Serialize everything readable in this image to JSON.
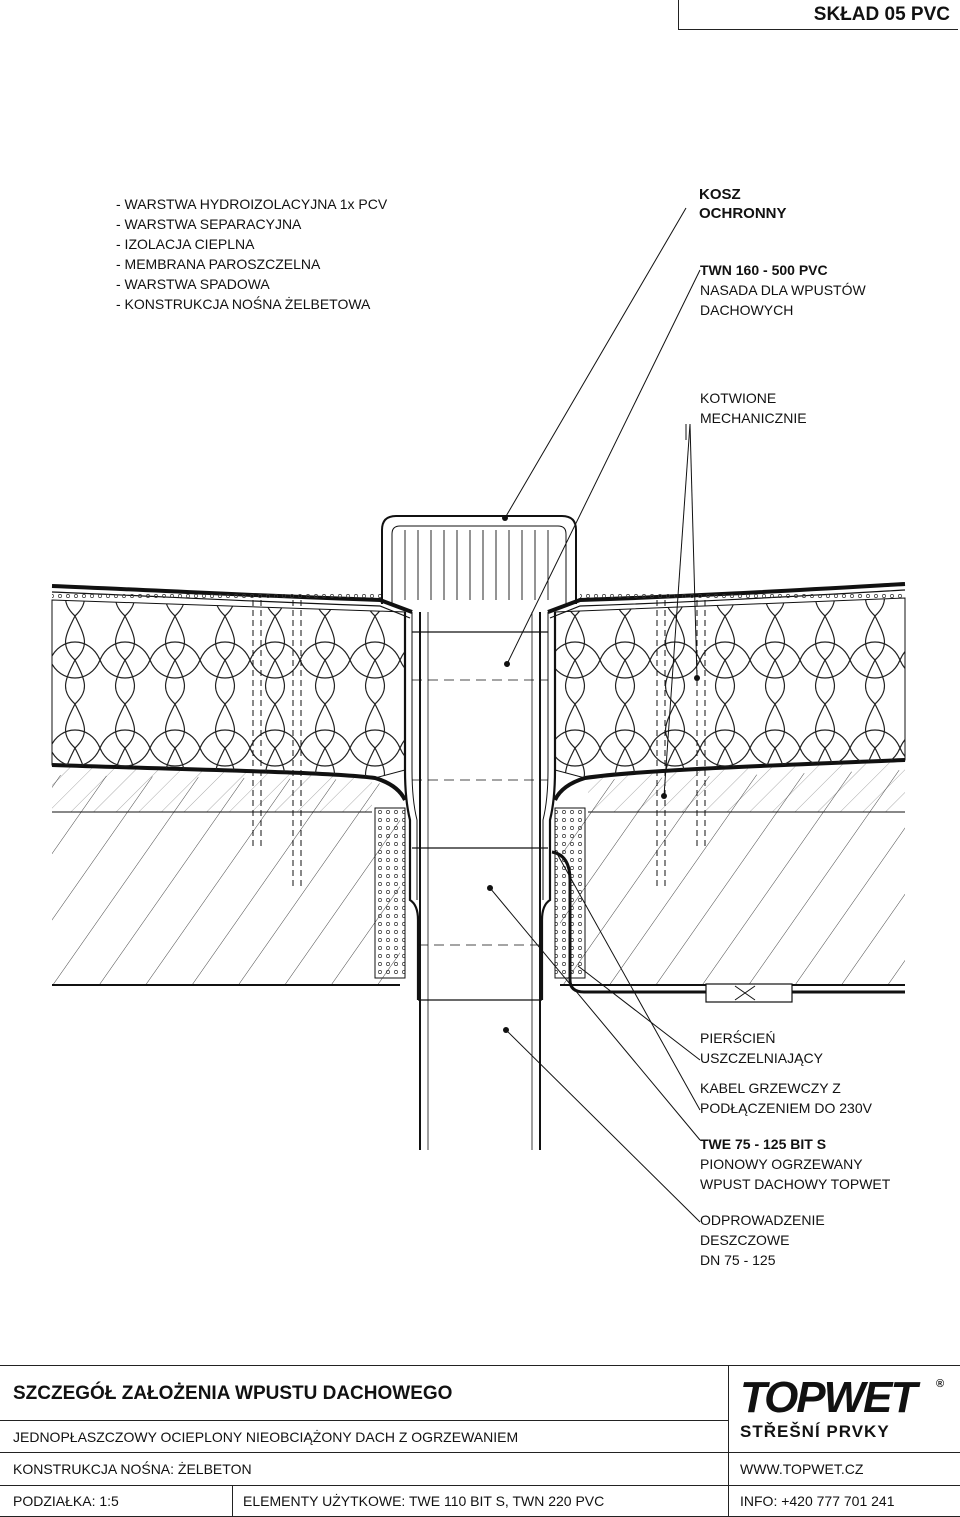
{
  "header": {
    "title": "SKŁAD 05 PVC"
  },
  "layers": [
    "- WARSTWA HYDROIZOLACYJNA 1x PCV",
    "- WARSTWA SEPARACYJNA",
    "- IZOLACJA CIEPLNA",
    "- MEMBRANA PAROSZCZELNA",
    "- WARSTWA SPADOWA",
    "- KONSTRUKCJA NOŚNA ŻELBETOWA"
  ],
  "labels": {
    "kosz": {
      "line1": "KOSZ",
      "line2": "OCHRONNY"
    },
    "twn": {
      "code": "TWN 160 - 500 PVC",
      "line1": "NASADA DLA WPUSTÓW",
      "line2": "DACHOWYCH"
    },
    "kotwione": {
      "line1": "KOTWIONE",
      "line2": "MECHANICZNIE"
    },
    "pierscien": {
      "line1": "PIERŚCIEŃ",
      "line2": "USZCZELNIAJĄCY"
    },
    "kabel": {
      "line1": "KABEL GRZEWCZY Z",
      "line2": "PODŁĄCZENIEM DO 230V"
    },
    "twe": {
      "code": "TWE 75 - 125 BIT S",
      "line1": "PIONOWY OGRZEWANY",
      "line2": "WPUST DACHOWY TOPWET"
    },
    "odprow": {
      "line1": "ODPROWADZENIE",
      "line2": "DESZCZOWE",
      "line3": "DN 75 - 125"
    }
  },
  "footer": {
    "title": "SZCZEGÓŁ ZAŁOŻENIA WPUSTU DACHOWEGO",
    "subtitle": "JEDNOPŁASZCZOWY OCIEPLONY NIEOBCIĄŻONY DACH Z OGRZEWANIEM",
    "construction": "KONSTRUKCJA NOŚNA: ŻELBETON",
    "scale": "PODZIAŁKA: 1:5",
    "elements": "ELEMENTY UŻYTKOWE: TWE 110 BIT S, TWN 220 PVC",
    "website": "WWW.TOPWET.CZ",
    "info": "INFO: +420 777 701 241",
    "logo_top": "TOPWET",
    "logo_sub": "STŘEŠNÍ PRVKY",
    "logo_mark": "®"
  },
  "colors": {
    "line": "#111111",
    "insulation": "#ffffff",
    "hatch": "#333333"
  }
}
